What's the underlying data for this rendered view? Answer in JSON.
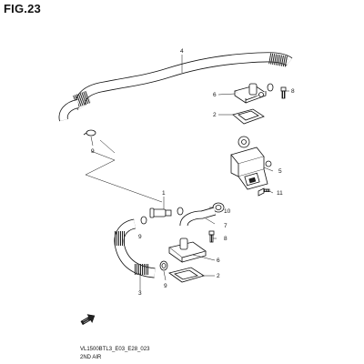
{
  "figure": {
    "title": "FIG.23",
    "diagram_code": "VL1500BTL3_E03_E28_023",
    "assembly_name": "2ND AIR"
  },
  "callouts": [
    {
      "id": "c4",
      "text": "4"
    },
    {
      "id": "c6a",
      "text": "6"
    },
    {
      "id": "c8a",
      "text": "8"
    },
    {
      "id": "c2a",
      "text": "2"
    },
    {
      "id": "c9a",
      "text": "9"
    },
    {
      "id": "c5",
      "text": "5"
    },
    {
      "id": "c1",
      "text": "1"
    },
    {
      "id": "c11",
      "text": "11"
    },
    {
      "id": "c10",
      "text": "10"
    },
    {
      "id": "c7",
      "text": "7"
    },
    {
      "id": "c9b",
      "text": "9"
    },
    {
      "id": "c8b",
      "text": "8"
    },
    {
      "id": "c6b",
      "text": "6"
    },
    {
      "id": "c2b",
      "text": "2"
    },
    {
      "id": "c3",
      "text": "3"
    },
    {
      "id": "c9c",
      "text": "9"
    }
  ],
  "icons": {
    "front_arrow": "front-direction-arrow-icon"
  },
  "colors": {
    "line": "#111111",
    "shade": "#444444",
    "background": "#ffffff"
  }
}
